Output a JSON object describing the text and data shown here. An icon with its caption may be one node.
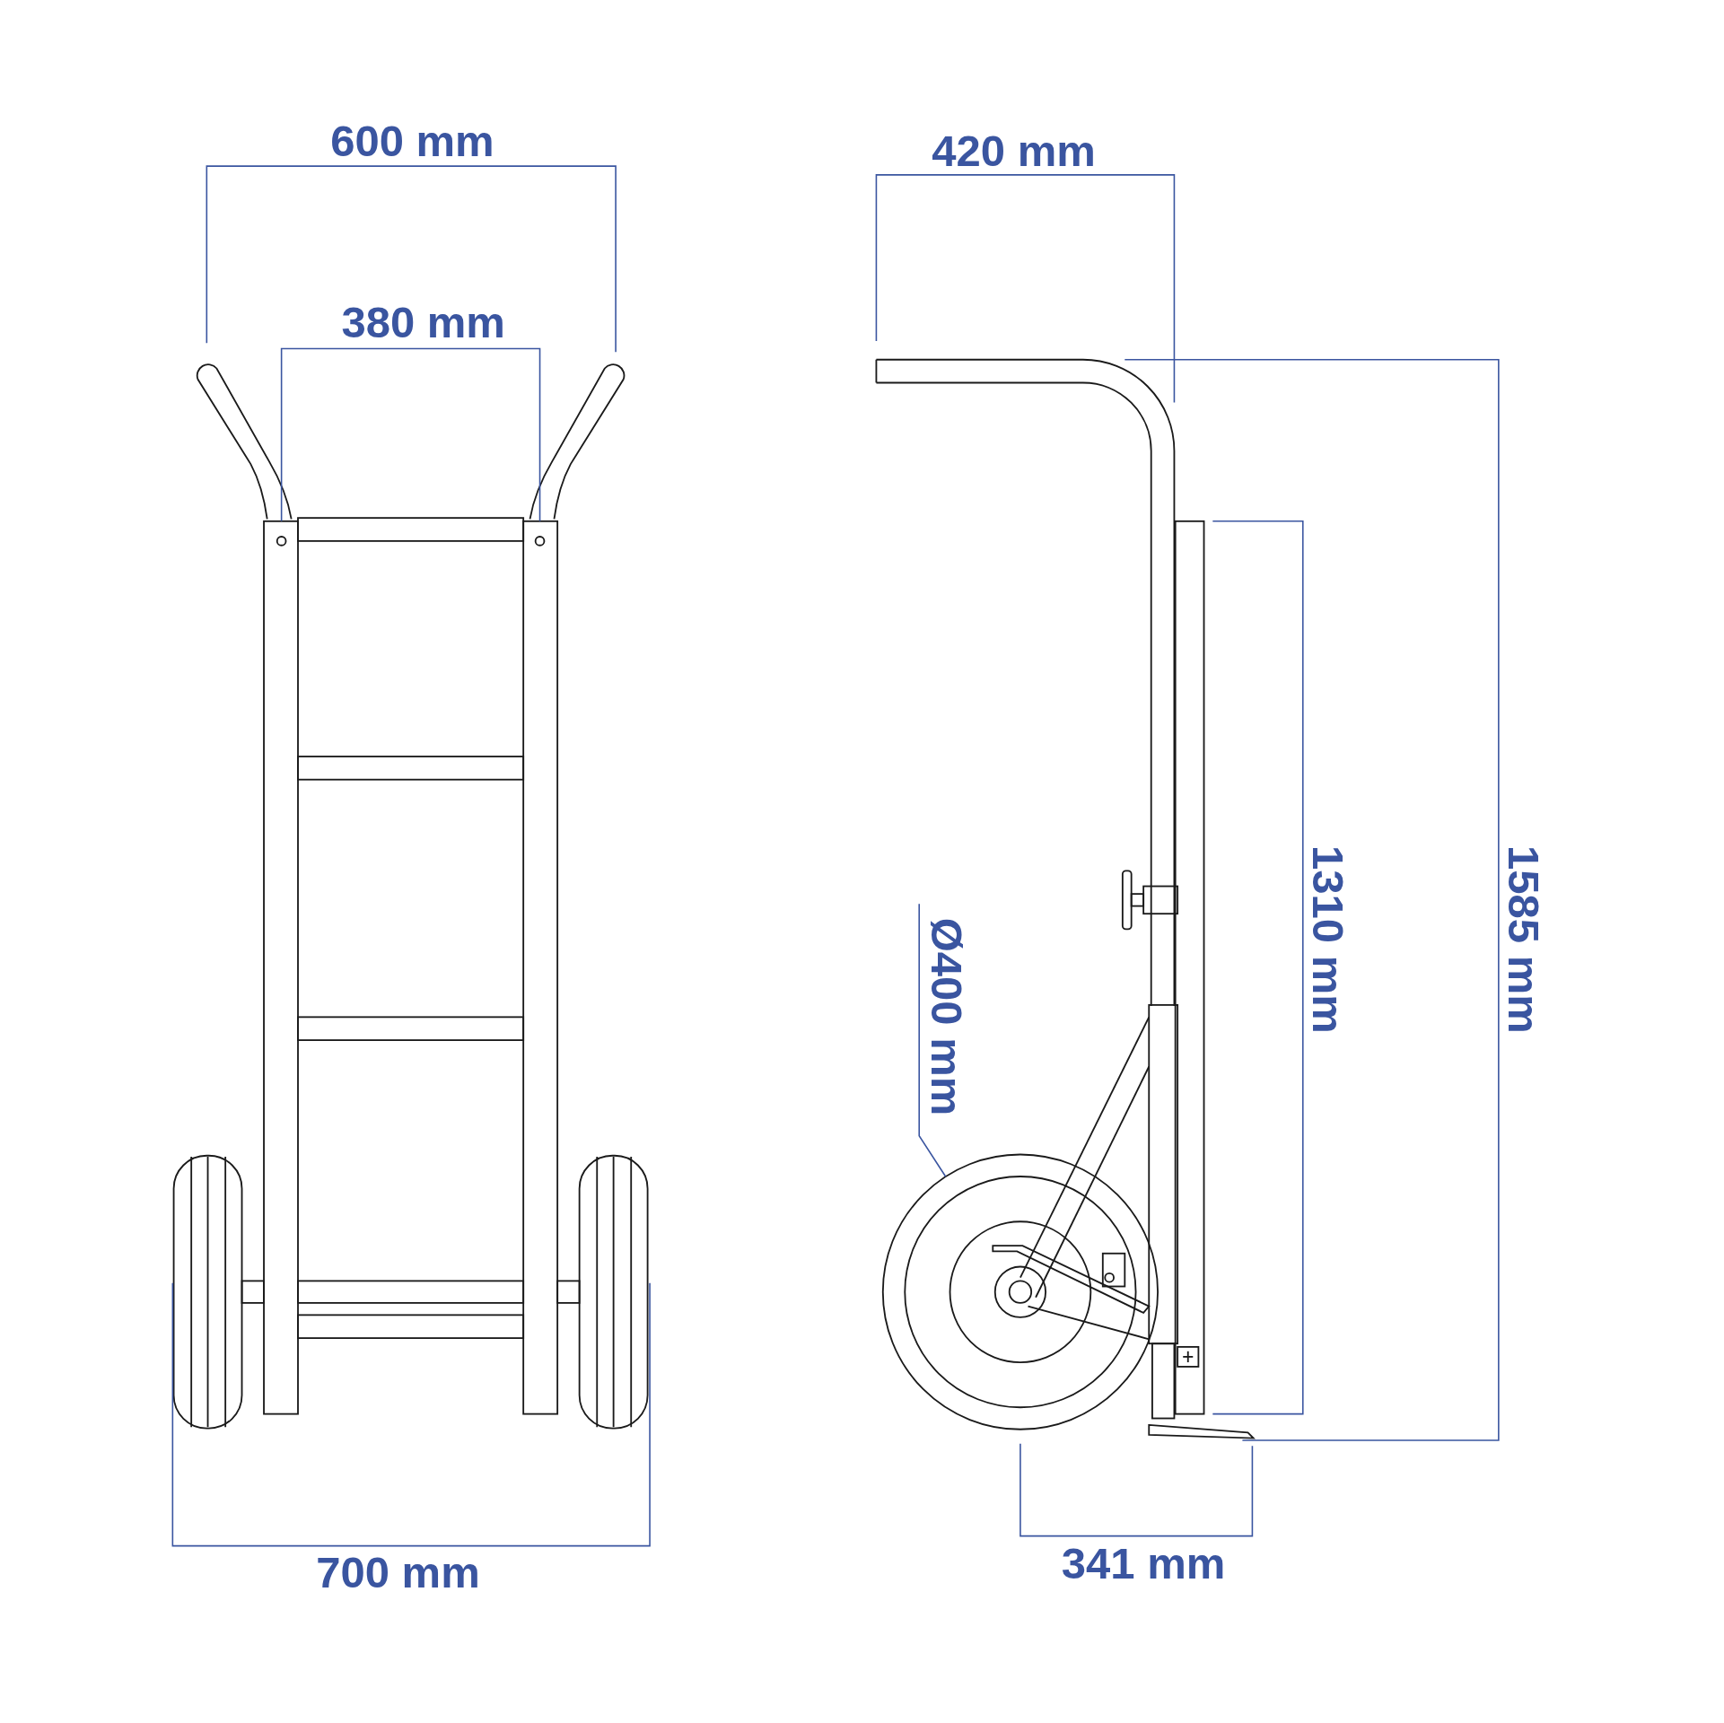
{
  "diagram": {
    "labels": [
      "600 mm",
      "380 mm",
      "420 mm",
      "1585 mm",
      "1310 mm",
      "Ø400 mm",
      "700 mm",
      "341 mm"
    ]
  }
}
